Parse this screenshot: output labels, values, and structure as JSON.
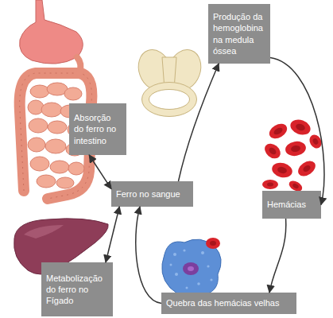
{
  "diagram": {
    "nodes": [
      {
        "text": [
          "Produção da hemoglobina na medula óssea"
        ]
      },
      {
        "text": [
          "Absorção do ferro no intestino"
        ]
      },
      {
        "text": [
          "Ferro no sangue"
        ]
      },
      {
        "text": [
          "Hemácias"
        ]
      },
      {
        "text": [
          "Metabolização do ferro no Fígado"
        ]
      },
      {
        "text": [
          "Quebra das hemácias velhas"
        ]
      }
    ],
    "edges": [
      {
        "from": 2,
        "to": 0,
        "arrow": "to"
      },
      {
        "from": 0,
        "to": 3,
        "arrow": "to"
      },
      {
        "from": 3,
        "to": 5,
        "arrow": "to"
      },
      {
        "from": 5,
        "to": 2,
        "arrow": "to"
      },
      {
        "from": 1,
        "to": 2,
        "arrow": "both"
      },
      {
        "from": 2,
        "to": 4,
        "arrow": "both"
      }
    ]
  }
}
